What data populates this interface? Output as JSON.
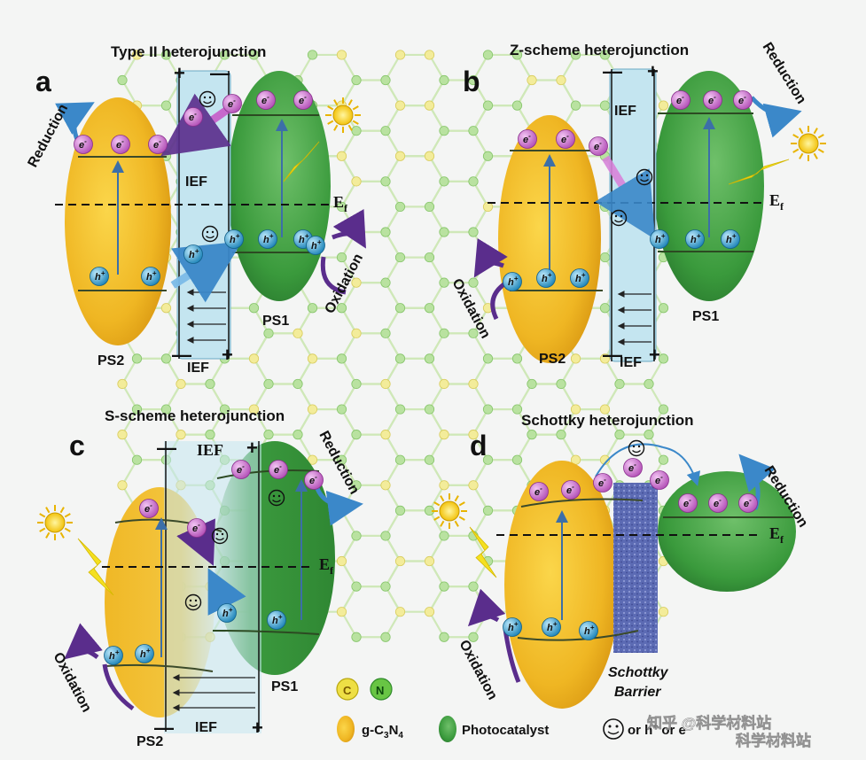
{
  "panels": {
    "a": {
      "letter": "a",
      "title": "Type II heterojunction",
      "ps_left": "PS2",
      "ps_right": "PS1",
      "ief": "IEF",
      "ief_bottom": "IEF",
      "reduction": "Reduction",
      "oxidation": "Oxidation",
      "ef": "E",
      "ef_sub": "f"
    },
    "b": {
      "letter": "b",
      "title": "Z-scheme heterojunction",
      "ps_left": "PS2",
      "ps_right": "PS1",
      "ief": "IEF",
      "ief_bottom": "IEF",
      "reduction": "Reduction",
      "oxidation": "Oxidation",
      "ef": "E",
      "ef_sub": "f"
    },
    "c": {
      "letter": "c",
      "title": "S-scheme heterojunction",
      "ps_left": "PS2",
      "ps_right": "PS1",
      "ief": "IEF",
      "ief_bottom": "IEF",
      "reduction": "Reduction",
      "oxidation": "Oxidation",
      "ef": "E",
      "ef_sub": "f"
    },
    "d": {
      "letter": "d",
      "title": "Schottky heterojunction",
      "barrier_line1": "Schottky",
      "barrier_line2": "Barrier",
      "reduction": "Reduction",
      "oxidation": "Oxidation",
      "ef": "E",
      "ef_sub": "f"
    }
  },
  "charges": {
    "electron": "e",
    "electron_sup": "-",
    "hole": "h",
    "hole_sup": "+"
  },
  "signs": {
    "plus": "+",
    "minus": "—"
  },
  "legend": {
    "atom_c": "C",
    "atom_n": "N",
    "gcn": "g-C",
    "gcn_sub3": "3",
    "gcn_n": "N",
    "gcn_sub4": "4",
    "photocatalyst": "Photocatalyst",
    "smiley_text": "or h",
    "smiley_sup": "+",
    "smiley_tail": " or e"
  },
  "watermark": {
    "line1": "知乎 @科学材料站",
    "line2": "科学材料站"
  },
  "colors": {
    "yellow": "#f2c02c",
    "green": "#3f9c3f",
    "electron": "#d57ad7",
    "hole": "#3aa7d8",
    "ief": "#bfe2ee",
    "barrier": "#5968b0",
    "arrow_blue": "#3b88c9",
    "arrow_purple": "#5a2d8c"
  }
}
